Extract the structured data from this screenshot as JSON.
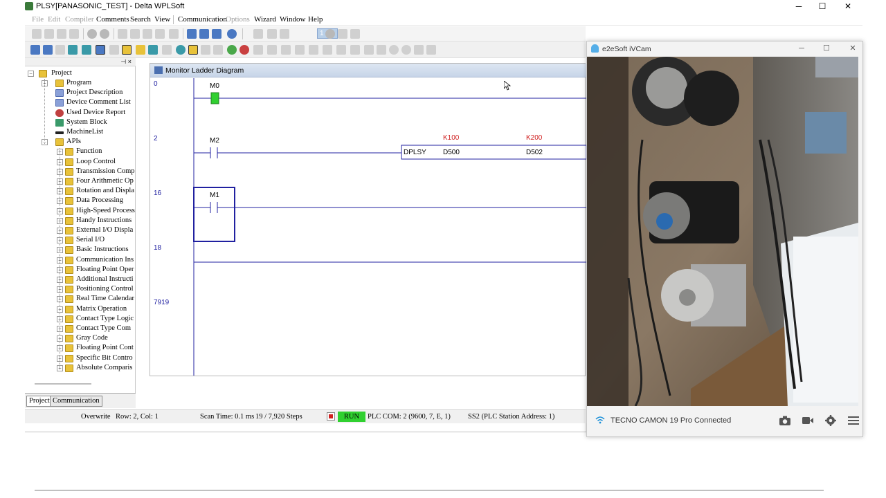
{
  "window": {
    "title": "PLSY[PANASONIC_TEST] - Delta WPLSoft",
    "controls": {
      "minimize": "─",
      "maximize": "☐",
      "close": "✕"
    }
  },
  "menu": [
    {
      "label": "File",
      "disabled": true
    },
    {
      "label": "Edit",
      "disabled": true
    },
    {
      "label": "Compiler",
      "disabled": true
    },
    {
      "label": "Comments",
      "disabled": false
    },
    {
      "label": "Search",
      "disabled": false
    },
    {
      "label": "View",
      "disabled": false
    },
    {
      "label": "Communication",
      "disabled": false
    },
    {
      "label": "Options",
      "disabled": true
    },
    {
      "label": "Wizard",
      "disabled": false
    },
    {
      "label": "Window",
      "disabled": false
    },
    {
      "label": "Help",
      "disabled": false
    }
  ],
  "toolbar": {
    "step_value": "1"
  },
  "tree": {
    "root": "Project",
    "items": [
      {
        "label": "Program",
        "level": 1,
        "expander": "+"
      },
      {
        "label": "Project Description",
        "level": 1,
        "expander": ""
      },
      {
        "label": "Device Comment List",
        "level": 1,
        "expander": ""
      },
      {
        "label": "Used Device Report",
        "level": 1,
        "expander": ""
      },
      {
        "label": "System Block",
        "level": 1,
        "expander": ""
      },
      {
        "label": "MachineList",
        "level": 1,
        "expander": ""
      },
      {
        "label": "APIs",
        "level": 1,
        "expander": "−"
      },
      {
        "label": "Function",
        "level": 2,
        "expander": "+"
      },
      {
        "label": "Loop Control",
        "level": 2,
        "expander": "+"
      },
      {
        "label": "Transmission Comp",
        "level": 2,
        "expander": "+"
      },
      {
        "label": "Four Arithmetic Op",
        "level": 2,
        "expander": "+"
      },
      {
        "label": "Rotation and Displa",
        "level": 2,
        "expander": "+"
      },
      {
        "label": "Data Processing",
        "level": 2,
        "expander": "+"
      },
      {
        "label": "High-Speed Process",
        "level": 2,
        "expander": "+"
      },
      {
        "label": "Handy Instructions",
        "level": 2,
        "expander": "+"
      },
      {
        "label": "External I/O Displa",
        "level": 2,
        "expander": "+"
      },
      {
        "label": "Serial I/O",
        "level": 2,
        "expander": "+"
      },
      {
        "label": "Basic Instructions",
        "level": 2,
        "expander": "+"
      },
      {
        "label": "Communication Ins",
        "level": 2,
        "expander": "+"
      },
      {
        "label": "Floating Point Oper",
        "level": 2,
        "expander": "+"
      },
      {
        "label": "Additional Instructi",
        "level": 2,
        "expander": "+"
      },
      {
        "label": "Positioning Control",
        "level": 2,
        "expander": "+"
      },
      {
        "label": "Real Time Calendar",
        "level": 2,
        "expander": "+"
      },
      {
        "label": "Matrix Operation",
        "level": 2,
        "expander": "+"
      },
      {
        "label": "Contact Type Logic",
        "level": 2,
        "expander": "+"
      },
      {
        "label": "Contact Type Com",
        "level": 2,
        "expander": "+"
      },
      {
        "label": "Gray Code",
        "level": 2,
        "expander": "+"
      },
      {
        "label": "Floating Point Cont",
        "level": 2,
        "expander": "+"
      },
      {
        "label": "Specific Bit Contro",
        "level": 2,
        "expander": "+"
      },
      {
        "label": "Absolute Comparis",
        "level": 2,
        "expander": "+"
      }
    ],
    "tabs": [
      "Project",
      "Communication"
    ]
  },
  "ladder": {
    "title": "Monitor Ladder Diagram",
    "rungs": [
      {
        "step": "0",
        "contact": "M0",
        "contact_on": true
      },
      {
        "step": "2",
        "contact": "M2",
        "instruction": "DPLSY",
        "operands": [
          "D500",
          "D502"
        ],
        "constants": [
          "K100",
          "K200"
        ]
      },
      {
        "step": "16",
        "contact": "M1",
        "selected": true
      },
      {
        "step": "18"
      },
      {
        "step": "7919"
      }
    ]
  },
  "status": {
    "mode": "Overwrite",
    "position": "Row: 2, Col: 1",
    "scan_time": "Scan Time: 0.1 ms",
    "steps": "19 / 7,920 Steps",
    "run_label": "RUN",
    "plc_com": "PLC COM: 2 (9600, 7, E, 1)",
    "station": "SS2 (PLC Station Address: 1)",
    "colors": {
      "run": "#30d030",
      "stop": "#d02020"
    }
  },
  "ivcam": {
    "title": "e2eSoft iVCam",
    "controls": {
      "minimize": "─",
      "maximize": "☐",
      "close": "✕"
    },
    "connection": "TECNO CAMON 19 Pro Connected",
    "icons": [
      "camera-icon",
      "video-icon",
      "settings-icon",
      "menu-icon"
    ],
    "accent": "#1a8fd8"
  }
}
